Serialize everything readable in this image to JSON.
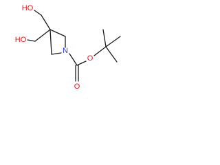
{
  "molecule": {
    "atoms": {
      "ho_top": "HO",
      "ho_left": "HO",
      "nitrogen": "N",
      "carbonyl_oxygen": "O",
      "ester_oxygen": "O"
    },
    "colors": {
      "bond": "#1a1a1a",
      "oxygen": "#e8141c",
      "nitrogen": "#2431e8"
    }
  }
}
